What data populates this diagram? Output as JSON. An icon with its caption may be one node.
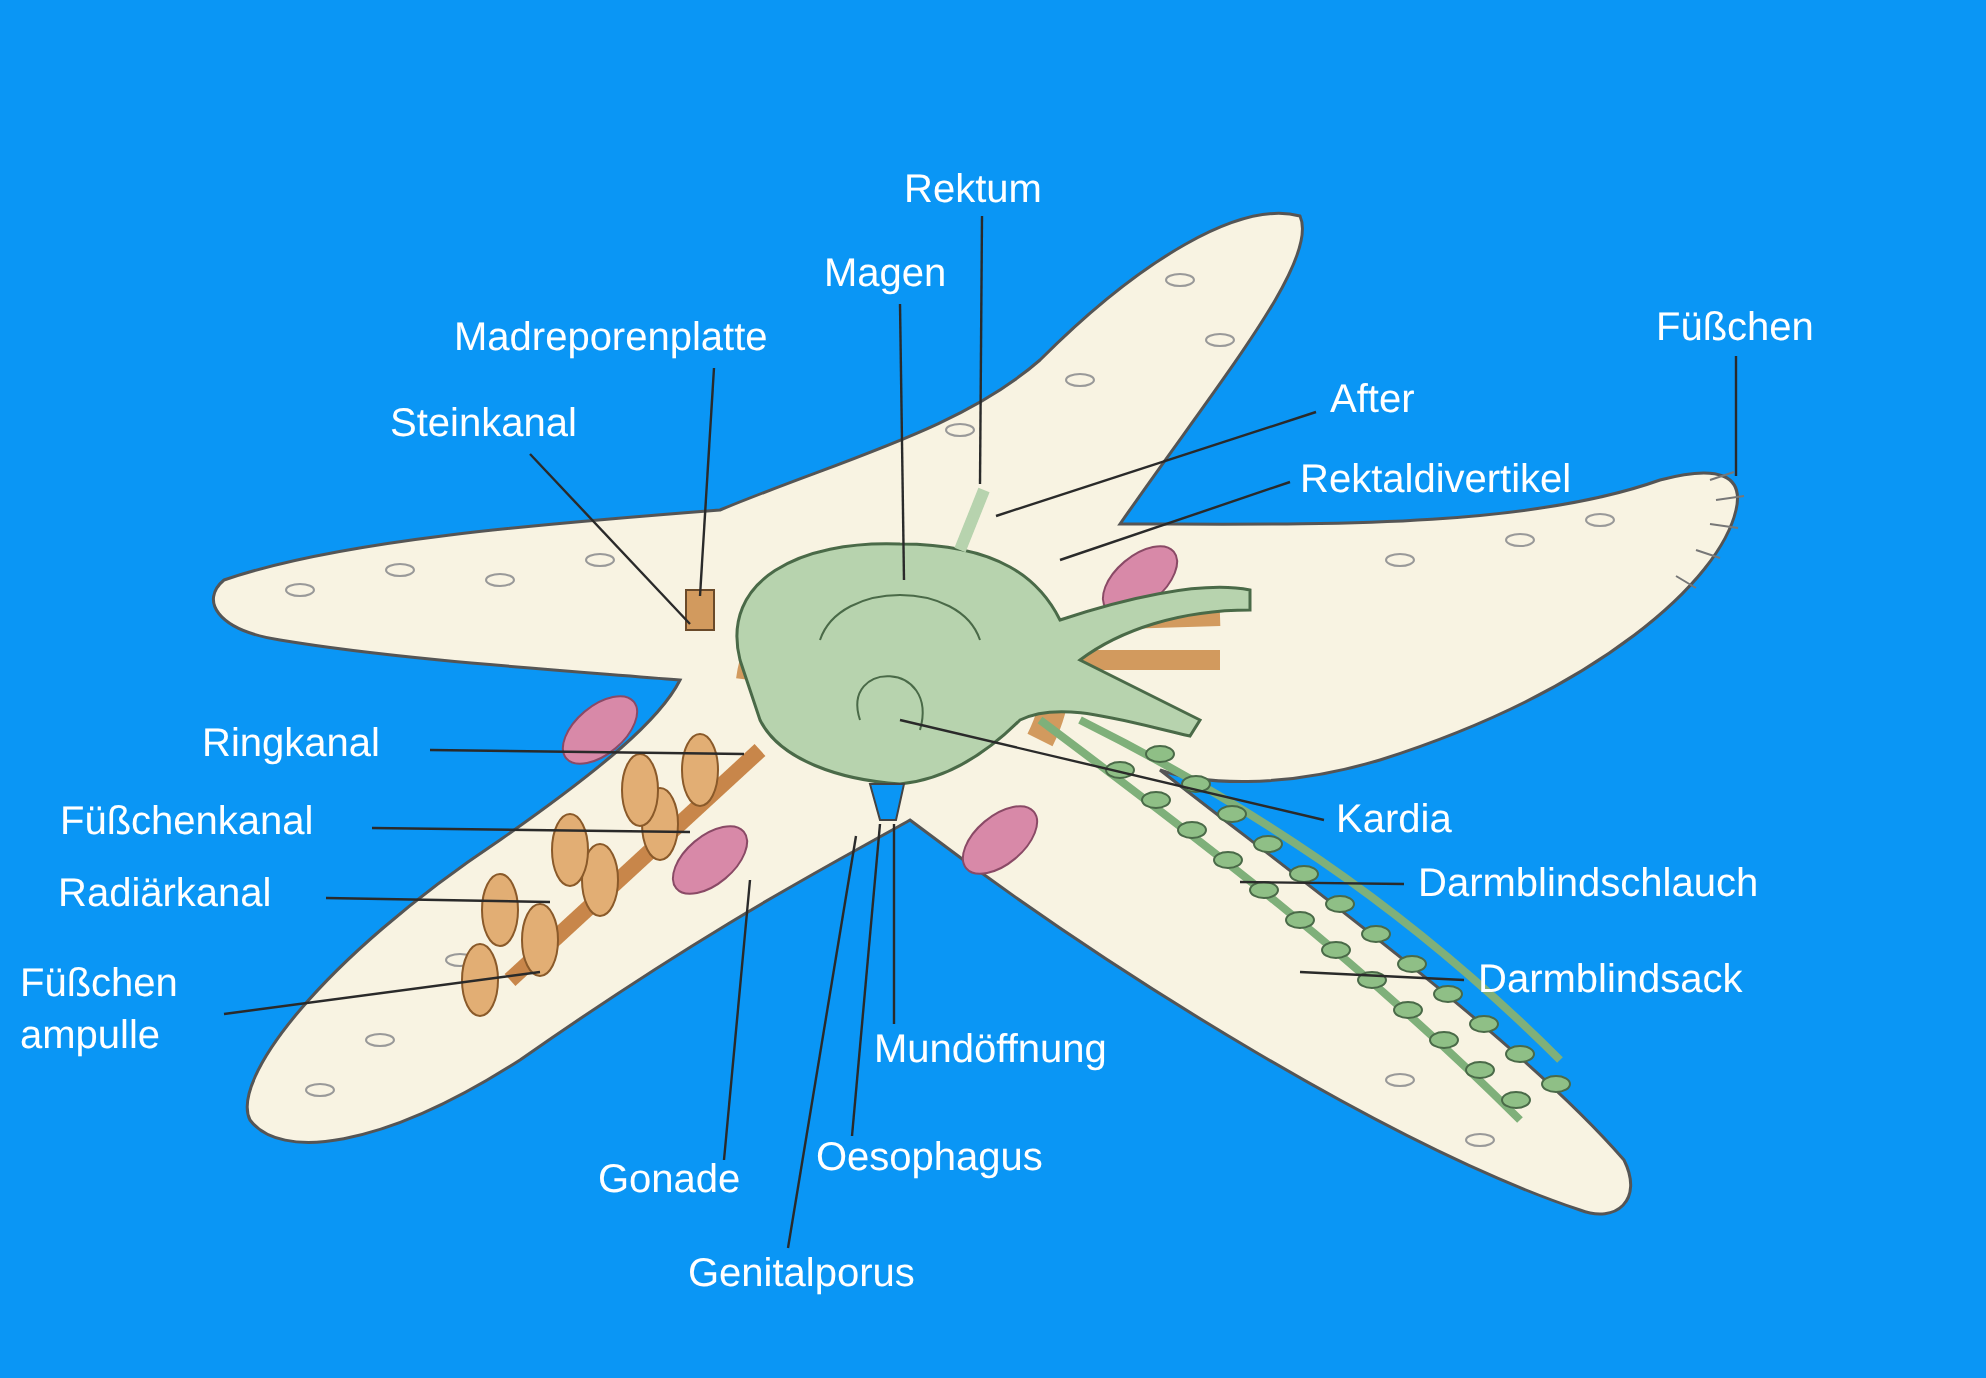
{
  "diagram": {
    "nodes": [
      {
        "text": [
          "Rektum"
        ]
      },
      {
        "text": [
          "Magen"
        ]
      },
      {
        "text": [
          "Madreporenplatte"
        ]
      },
      {
        "text": [
          "Füßchen"
        ]
      },
      {
        "text": [
          "Steinkanal"
        ]
      },
      {
        "text": [
          "After"
        ]
      },
      {
        "text": [
          "Rektaldivertikel"
        ]
      },
      {
        "text": [
          "Ringkanal"
        ]
      },
      {
        "text": [
          "Füßchenkanal"
        ]
      },
      {
        "text": [
          "Radiärkanal"
        ]
      },
      {
        "text": [
          "Füßchen ampulle"
        ]
      },
      {
        "text": [
          "Kardia"
        ]
      },
      {
        "text": [
          "Darmblindschlauch"
        ]
      },
      {
        "text": [
          "Darmblindsack"
        ]
      },
      {
        "text": [
          "Mundöffnung"
        ]
      },
      {
        "text": [
          "Gonade"
        ]
      },
      {
        "text": [
          "Oesophagus"
        ]
      },
      {
        "text": [
          "Genitalporus"
        ]
      }
    ],
    "edges": [
      {
        "from": 0,
        "to": null,
        "arrow": "none"
      },
      {
        "from": 1,
        "to": null,
        "arrow": "none"
      },
      {
        "from": 2,
        "to": null,
        "arrow": "none"
      },
      {
        "from": 3,
        "to": null,
        "arrow": "none"
      },
      {
        "from": 4,
        "to": null,
        "arrow": "none"
      },
      {
        "from": 5,
        "to": null,
        "arrow": "none"
      },
      {
        "from": 6,
        "to": null,
        "arrow": "none"
      },
      {
        "from": 7,
        "to": null,
        "arrow": "none"
      },
      {
        "from": 8,
        "to": null,
        "arrow": "none"
      },
      {
        "from": 9,
        "to": null,
        "arrow": "none"
      },
      {
        "from": 10,
        "to": null,
        "arrow": "none"
      },
      {
        "from": 11,
        "to": null,
        "arrow": "none"
      },
      {
        "from": 12,
        "to": null,
        "arrow": "none"
      },
      {
        "from": 13,
        "to": null,
        "arrow": "none"
      },
      {
        "from": 14,
        "to": null,
        "arrow": "none"
      },
      {
        "from": 15,
        "to": null,
        "arrow": "none"
      },
      {
        "from": 16,
        "to": null,
        "arrow": "none"
      },
      {
        "from": 17,
        "to": null,
        "arrow": "none"
      }
    ]
  }
}
